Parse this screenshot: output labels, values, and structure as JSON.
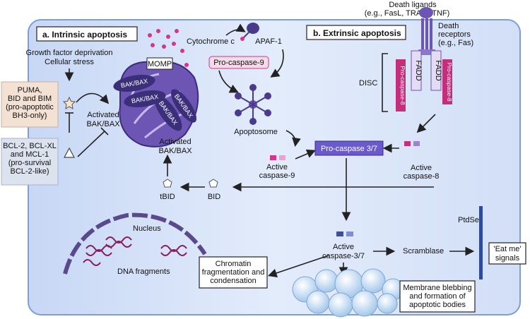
{
  "intrinsic": {
    "title": "a. Intrinsic apoptosis",
    "stress_line1": "Growth factor deprivation",
    "stress_line2": "Cellular stress",
    "bh3_lines": [
      "PUMA,",
      "BID and BIM",
      "(pro-apoptotic",
      "BH3-only)"
    ],
    "bcl2_lines": [
      "BCL-2, BCL-XL",
      "and MCL-1",
      "(pro-survival",
      "BCL-2-like)"
    ],
    "activated_bakbax_1": [
      "Activated",
      "BAK/BAX"
    ],
    "activated_bakbax_2": [
      "Activated",
      "BAK/BAX"
    ],
    "bakbax_label": "BAK/BAX",
    "momp": "MOMP",
    "cytochrome_c": "Cytochrome c",
    "apaf1": "APAF-1",
    "procaspase9": "Pro-caspase-9",
    "apoptosome": "Apoptosome",
    "active_casp9": [
      "Active",
      "caspase-9"
    ],
    "tbid": "tBID",
    "bid": "BID"
  },
  "extrinsic": {
    "title": "b. Extrinsic apoptosis",
    "death_ligands": [
      "Death ligands",
      "(e.g., FasL, TRAIL, TNF)"
    ],
    "death_receptors": [
      "Death",
      "receptors",
      "(e.g., Fas)"
    ],
    "disc": "DISC",
    "fadd": "FADD",
    "procaspase8": "Pro-caspase-8",
    "active_casp8": [
      "Active",
      "caspase-8"
    ],
    "procaspase37": "Pro-caspase 3/7"
  },
  "execution": {
    "active_casp37": [
      "Active",
      "caspase-3/7"
    ],
    "nucleus": "Nucleus",
    "dna_fragments": "DNA fragments",
    "chromatin": [
      "Chromatin",
      "fragmentation and",
      "condensation"
    ],
    "scramblase": "Scramblase",
    "ptdser": "PtdSer",
    "eat_me": [
      "'Eat me'",
      "signals"
    ],
    "blebbing": [
      "Membrane blebbing",
      "and formation of",
      "apoptotic bodies"
    ]
  },
  "colors": {
    "cell_fill": "#dbe6fb",
    "cell_border": "#7d9fd6",
    "purple": "#4a3a8c",
    "magenta": "#d4368a",
    "procasp_box": "#6a5acd",
    "bh3_box": "#f3e1d4",
    "bcl2_box": "#dde2ef"
  }
}
